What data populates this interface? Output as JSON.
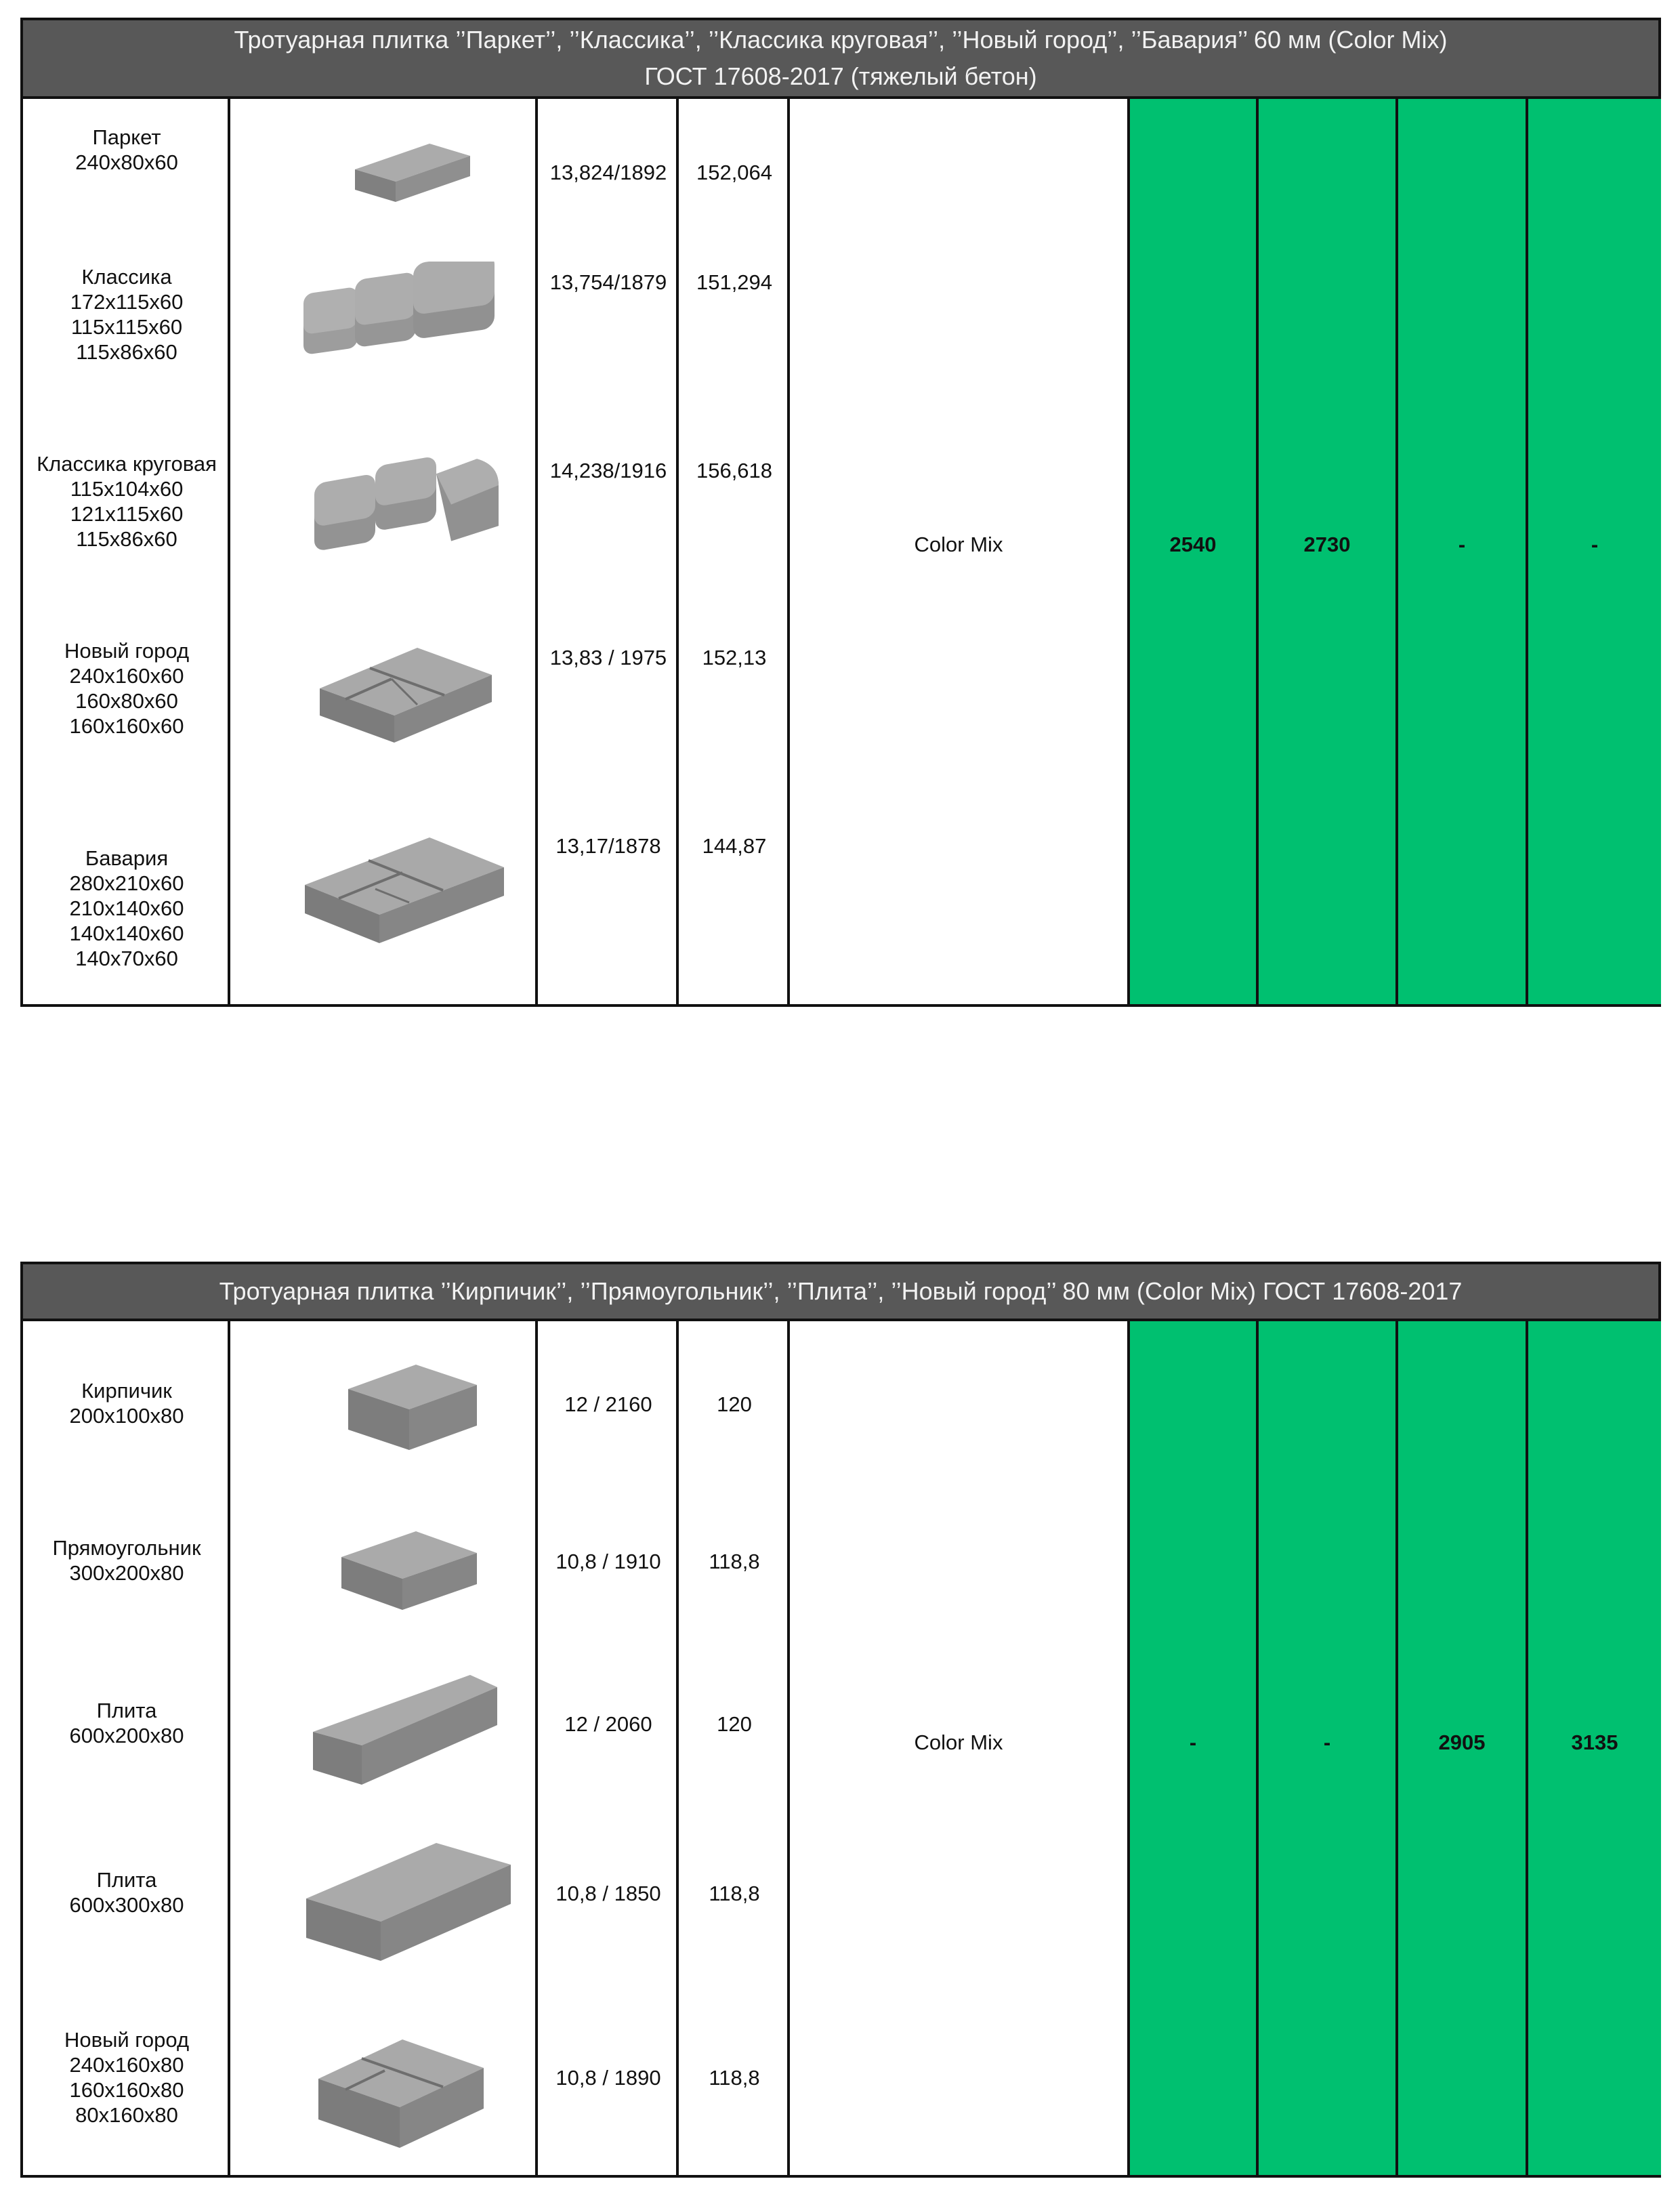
{
  "table1": {
    "title_line1": "Тротуарная плитка  ’’Паркет’’, ’’Классика’’, ’’Классика круговая’’, ’’Новый город’’, ’’Бавария’’ 60 мм  (Color Mix)",
    "title_line2": "ГОСТ 17608-2017  (тяжелый бетон)",
    "rows": [
      {
        "name": "Паркет",
        "sizes": [
          "240x80x60"
        ],
        "pack": "13,824/1892",
        "m2": "152,064",
        "icon": "paver-parket-icon"
      },
      {
        "name": "Классика",
        "sizes": [
          "172x115x60",
          "115x115x60",
          "115x86x60"
        ],
        "pack": "13,754/1879",
        "m2": "151,294",
        "icon": "paver-klassika-icon"
      },
      {
        "name": "Классика круговая",
        "sizes": [
          "115x104x60",
          "121x115x60",
          "115x86x60"
        ],
        "pack": "14,238/1916",
        "m2": "156,618",
        "icon": "paver-klassika-krugovaya-icon"
      },
      {
        "name": "Новый город",
        "sizes": [
          "240x160x60",
          "160x80x60",
          "160x160x60"
        ],
        "pack": "13,83 / 1975",
        "m2": "152,13",
        "icon": "paver-novy-gorod-icon"
      },
      {
        "name": "Бавария",
        "sizes": [
          "280x210x60",
          "210x140x60",
          "140x140x60",
          "140x70x60"
        ],
        "pack": "13,17/1878",
        "m2": "144,87",
        "icon": "paver-bavaria-icon"
      }
    ],
    "color": "Color Mix",
    "prices": [
      "2540",
      "2730",
      "-",
      "-"
    ]
  },
  "table2": {
    "title": "Тротуарная плитка ’’Кирпичик’’, ’’Прямоугольник’’, ’’Плита’’, ’’Новый город’’ 80 мм  (Color Mix) ГОСТ 17608-2017",
    "rows": [
      {
        "name": "Кирпичик",
        "sizes": [
          "200x100x80"
        ],
        "pack": "12 / 2160",
        "m2": "120",
        "icon": "paver-kirpichik-icon"
      },
      {
        "name": "Прямоугольник",
        "sizes": [
          "300x200x80"
        ],
        "pack": "10,8 / 1910",
        "m2": "118,8",
        "icon": "paver-pryamougolnik-icon"
      },
      {
        "name": "Плита",
        "sizes": [
          "600x200x80"
        ],
        "pack": "12 / 2060",
        "m2": "120",
        "icon": "paver-plita-600x200-icon"
      },
      {
        "name": "Плита",
        "sizes": [
          "600x300x80"
        ],
        "pack": "10,8 / 1850",
        "m2": "118,8",
        "icon": "paver-plita-600x300-icon"
      },
      {
        "name": "Новый город",
        "sizes": [
          "240x160x80",
          "160x160x80",
          "80x160x80"
        ],
        "pack": "10,8 / 1890",
        "m2": "118,8",
        "icon": "paver-novy-gorod-80-icon"
      }
    ],
    "color": "Color Mix",
    "prices": [
      "-",
      "-",
      "2905",
      "3135"
    ]
  },
  "colors": {
    "header_bg": "#585858",
    "price_bg": "#00c070",
    "paver_top": "#a9a9a9",
    "paver_side": "#7a7a7a"
  }
}
